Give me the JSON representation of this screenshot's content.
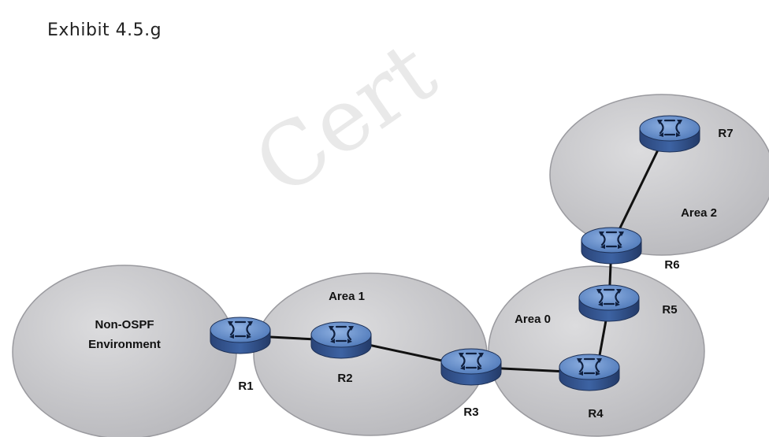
{
  "title": "Exhibit 4.5.g",
  "watermark": "Cert",
  "areas": {
    "non_ospf": [
      "Non-OSPF",
      "Environment"
    ],
    "area1": "Area 1",
    "area0": "Area 0",
    "area2": "Area 2"
  },
  "routers": {
    "r1": "R1",
    "r2": "R2",
    "r3": "R3",
    "r4": "R4",
    "r5": "R5",
    "r6": "R6",
    "r7": "R7"
  },
  "colors": {
    "area_fill": "#c9c9cc",
    "router_top": "#5f88c6",
    "router_side": "#2f4e86",
    "link": "#111111"
  }
}
